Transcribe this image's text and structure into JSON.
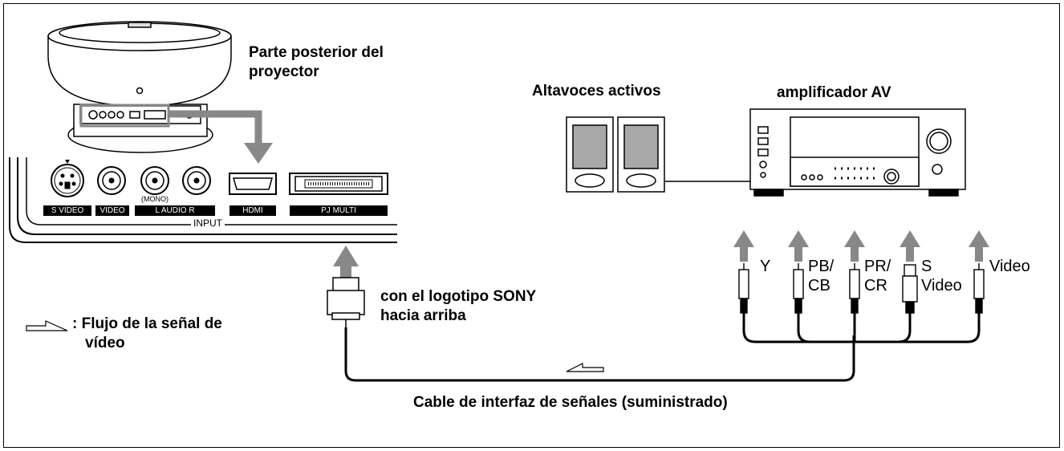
{
  "labels": {
    "projector_rear": [
      "Parte posterior del",
      "proyector"
    ],
    "active_speakers": "Altavoces activos",
    "av_amplifier": "amplificador AV",
    "sony_logo": [
      "con el logotipo SONY",
      "hacia arriba"
    ],
    "legend": [
      ": Flujo de la señal de",
      "vídeo"
    ],
    "cable": "Cable de interfaz de señales (suministrado)"
  },
  "ports": {
    "s_video": "S VIDEO",
    "video": "VIDEO",
    "audio": "L   AUDIO   R",
    "mono": "(MONO)",
    "hdmi": "HDMI",
    "pj_multi": "PJ MULTI",
    "input": "INPUT"
  },
  "connectors": {
    "y": "Y",
    "pb": [
      "PB/",
      "CB"
    ],
    "pr": [
      "PR/",
      "CR"
    ],
    "s_video": [
      "S",
      "Video"
    ],
    "video": "Video"
  },
  "colors": {
    "arrow": "#888888",
    "screen": "#a8a8a8"
  }
}
